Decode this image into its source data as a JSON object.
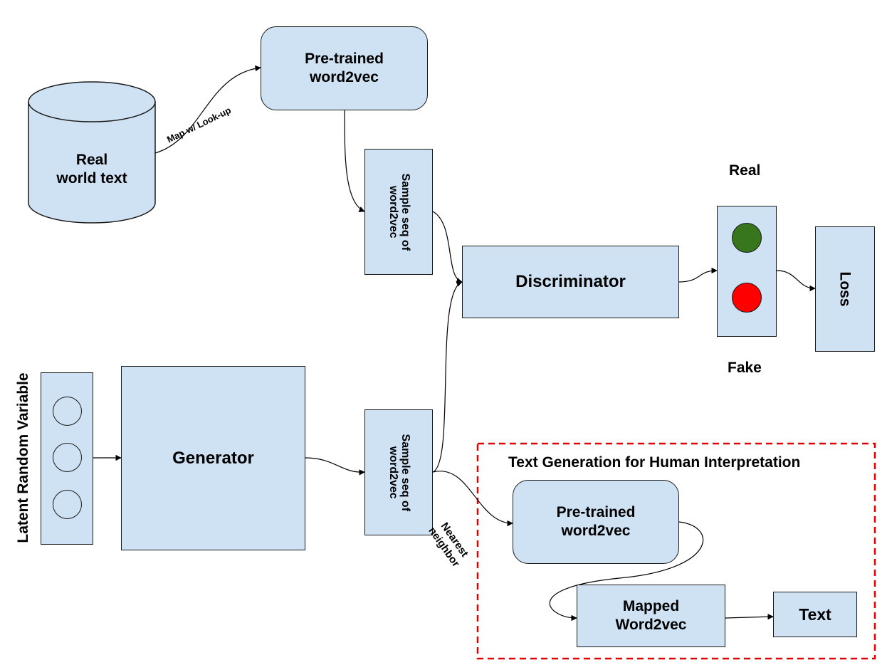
{
  "nodes": {
    "real_world_text": "Real\nworld text",
    "pretrained_top": "Pre-trained\nword2vec",
    "sample_seq_top": "Sample seq of\nword2vec",
    "discriminator": "Discriminator",
    "loss": "Loss",
    "latent_variable": "Latent Random Variable",
    "generator": "Generator",
    "sample_seq_bottom": "Sample seq of\nword2vec",
    "pretrained_bottom": "Pre-trained\nword2vec",
    "mapped_word2vec": "Mapped\nWord2vec",
    "text": "Text"
  },
  "labels": {
    "real": "Real",
    "fake": "Fake",
    "map_lookup": "Map w/ Look-up",
    "nearest_neighbor": "Nearest\nneighbor",
    "human_group_title": "Text Generation for Human Interpretation"
  },
  "colors": {
    "box_fill": "#cfe2f3",
    "real_indicator": "#38761d",
    "fake_indicator": "#ff0000",
    "group_border": "#e00000"
  }
}
